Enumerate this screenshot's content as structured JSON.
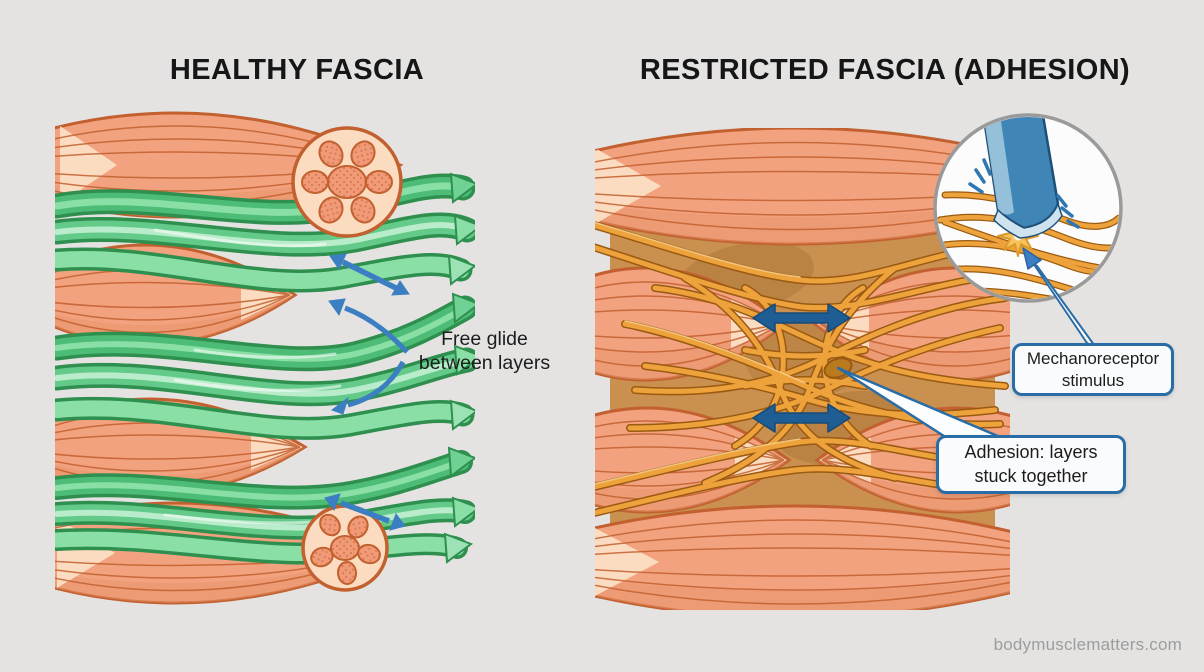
{
  "page": {
    "background": "#e4e3e2",
    "watermark": "bodymusclematters.com"
  },
  "panels": {
    "healthy": {
      "title": "HEALTHY FASCIA",
      "annotation": "Free glide between layers",
      "colors": {
        "muscle": "#f2a27e",
        "muscle_outline": "#c2602f",
        "tendon": "#fbdcc0",
        "fascia_green": "#4cbc76",
        "fascia_green_light": "#9ce2b4",
        "glide_arrow": "#3c7ec2"
      }
    },
    "restricted": {
      "title": "RESTRICTED FASCIA (ADHESION)",
      "callouts": {
        "mechanoreceptor": "Mechanoreceptor stimulus",
        "adhesion": "Adhesion: layers stuck together"
      },
      "colors": {
        "fiber": "#eda23b",
        "fiber_outline": "#9a5a12",
        "adhesion_bg": "#c9904f",
        "restriction_arrow": "#1e5e94",
        "tool_blue": "#3f85b5",
        "callout_border": "#2a6ca5"
      }
    }
  },
  "icons": {
    "glide-arrow-icon": "curved blue double/single arrows showing sliding layers",
    "double-arrow-icon": "thick navy horizontal double-headed arrow",
    "iastm-tool-icon": "blue flat instrument pressing tissue",
    "starburst-icon": "gold burst at tool contact point",
    "spark-icon": "blue stimulus tick marks",
    "muscle-cross-section": "cut muscle showing fascicles",
    "callout-pointer": "tapered white leader wedge"
  }
}
